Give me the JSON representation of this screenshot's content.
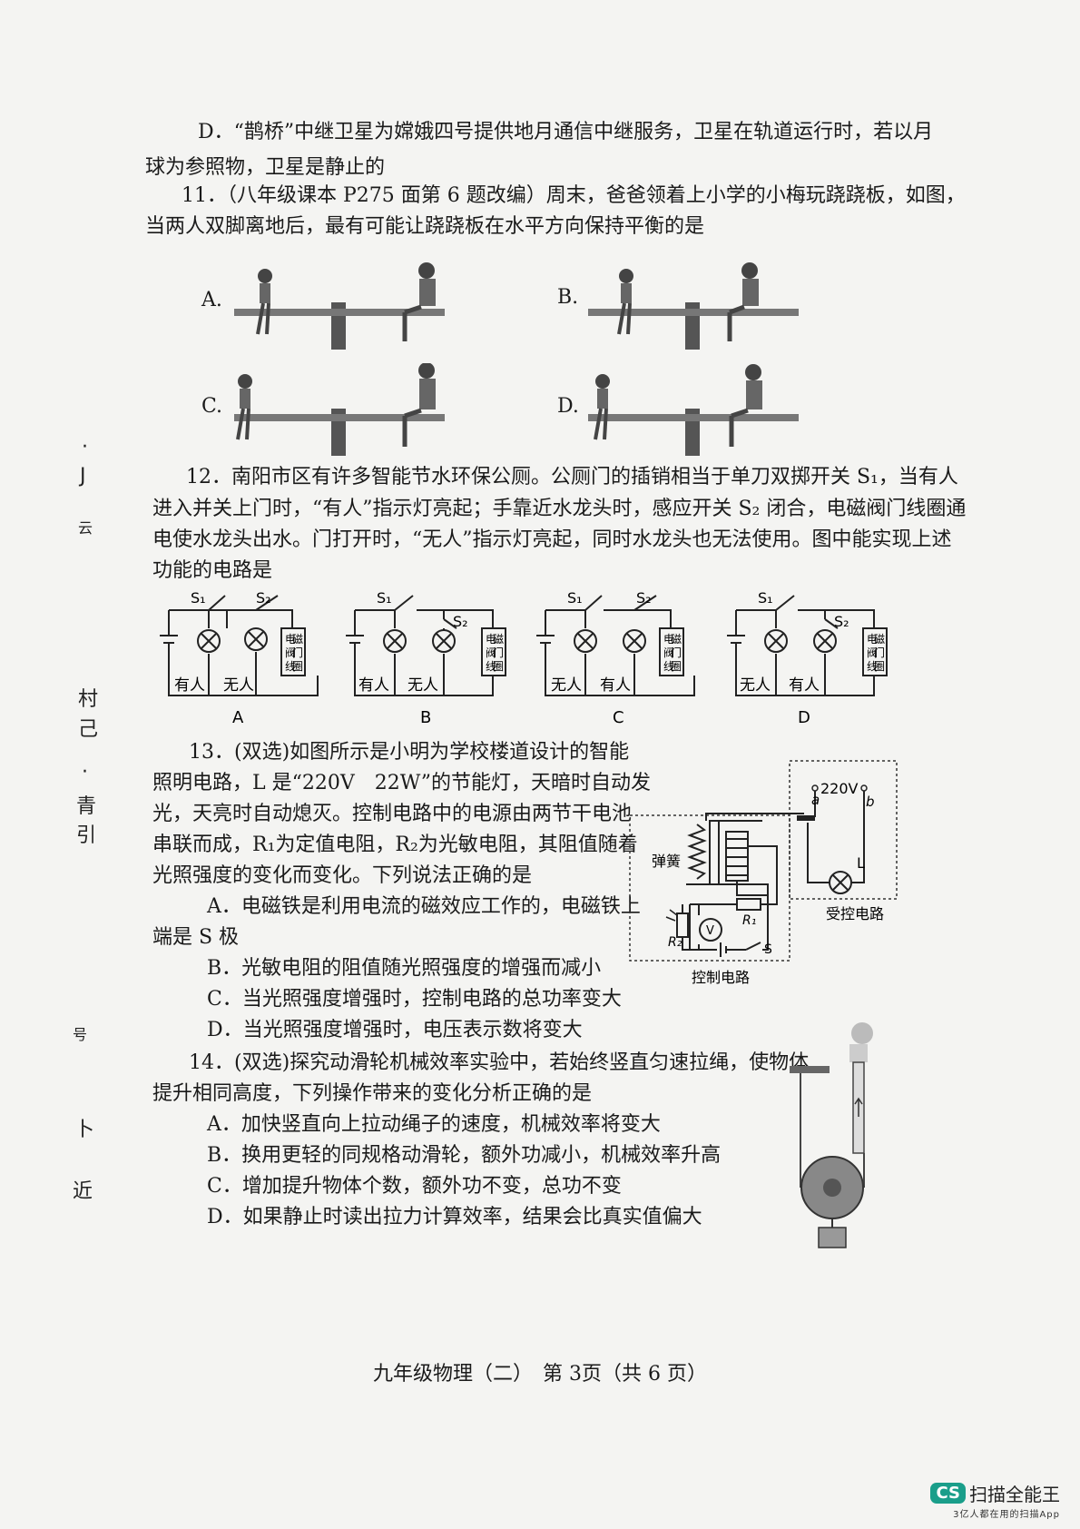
{
  "q10": {
    "d_line1": "D．“鹊桥”中继卫星为嫦娥四号提供地月通信中继服务，卫星在轨道运行时，若以月",
    "d_line2": "球为参照物，卫星是静止的"
  },
  "q11": {
    "line1": "11．（八年级课本 P275 面第 6 题改编）周末，爸爸领着上小学的小梅玩跷跷板，如图，",
    "line2": "当两人双脚离地后，最有可能让跷跷板在水平方向保持平衡的是",
    "labels": [
      "A.",
      "B.",
      "C.",
      "D."
    ]
  },
  "q12": {
    "line1": "12．南阳市区有许多智能节水环保公厕。公厕门的插销相当于单刀双掷开关 S₁，当有人",
    "line2": "进入并关上门时，“有人”指示灯亮起；手靠近水龙头时，感应开关 S₂ 闭合，电磁阀门线圈通",
    "line3": "电使水龙头出水。门打开时，“无人”指示灯亮起，同时水龙头也无法使用。图中能实现上述",
    "line4": "功能的电路是",
    "circuits": [
      {
        "label": "A",
        "lamp1": "有人",
        "lamp2": "无人"
      },
      {
        "label": "B",
        "lamp1": "有人",
        "lamp2": "无人"
      },
      {
        "label": "C",
        "lamp1": "无人",
        "lamp2": "有人"
      },
      {
        "label": "D",
        "lamp1": "无人",
        "lamp2": "有人"
      }
    ],
    "s1": "S₁",
    "s2": "S₂",
    "coil": [
      "电",
      "磁",
      "阀",
      "门",
      "线",
      "圈"
    ]
  },
  "q13": {
    "line1": "13．(双选)如图所示是小明为学校楼道设计的智能",
    "line2": "照明电路，L 是“220V　22W”的节能灯，天暗时自动发",
    "line3": "光，天亮时自动熄灭。控制电路中的电源由两节干电池",
    "line4": "串联而成，R₁为定值电阻，R₂为光敏电阻，其阻值随着",
    "line5": "光照强度的变化而变化。下列说法正确的是",
    "optA1": "A．电磁铁是利用电流的磁效应工作的，电磁铁上",
    "optA2": "端是 S 极",
    "optB": "B．光敏电阻的阻值随光照强度的增强而减小",
    "optC": "C．当光照强度增强时，控制电路的总功率变大",
    "optD": "D．当光照强度增强时，电压表示数将变大",
    "fig": {
      "voltage": "220V",
      "a": "a",
      "b": "b",
      "lamp": "L",
      "spring": "弹簧",
      "r1": "R₁",
      "r2": "R₂",
      "v": "V",
      "s": "S",
      "controlled": "受控电路",
      "control": "控制电路"
    }
  },
  "q14": {
    "line1": "14．(双选)探究动滑轮机械效率实验中，若始终竖直匀速拉绳，使物体",
    "line2": "提升相同高度，下列操作带来的变化分析正确的是",
    "optA": "A．加快竖直向上拉动绳子的速度，机械效率将变大",
    "optB": "B．换用更轻的同规格动滑轮，额外功减小，机械效率升高",
    "optC": "C．增加提升物体个数，额外功不变，总功不变",
    "optD": "D．如果静止时读出拉力计算效率，结果会比真实值偏大"
  },
  "footer": "九年级物理（二）　第 3页（共 6 页）",
  "margin_marks": [
    "·",
    "J",
    "云",
    "村",
    "己",
    "·",
    "青",
    "引",
    "号",
    "卜",
    "近"
  ],
  "scanner": {
    "badge": "CS",
    "name": "扫描全能王",
    "sub": "3亿人都在用的扫描App"
  }
}
